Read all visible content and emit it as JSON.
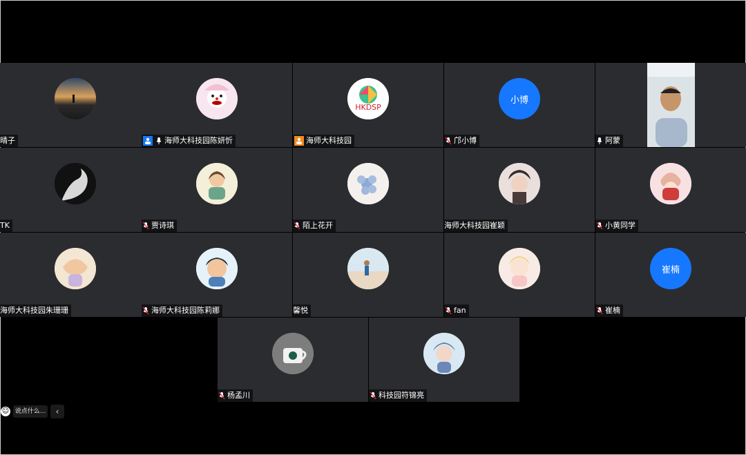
{
  "participants": [
    {
      "name": "晴子",
      "mic": "none",
      "badge": "none",
      "avatar": "sunset-avatar"
    },
    {
      "name": "海师大科技园陈妍忻",
      "mic": "mic",
      "badge": "blue",
      "avatar": "anime-clown-avatar"
    },
    {
      "name": "海师大科技园",
      "mic": "none",
      "badge": "orange",
      "avatar": "hkdsp-logo-avatar"
    },
    {
      "name": "邝小博",
      "mic": "muted",
      "badge": "none",
      "avatar_text": "小博"
    },
    {
      "name": "阿蒙",
      "mic": "mic",
      "badge": "none",
      "avatar": "camera-video"
    },
    {
      "name": "TK",
      "mic": "none",
      "badge": "none",
      "avatar": "silhouette-avatar"
    },
    {
      "name": "贾诗琪",
      "mic": "muted",
      "badge": "none",
      "avatar": "cartoon-girl-avatar"
    },
    {
      "name": "陌上花开",
      "mic": "muted",
      "badge": "none",
      "avatar": "flower-avatar"
    },
    {
      "name": "海师大科技园崔颖",
      "mic": "none",
      "badge": "none",
      "avatar": "anime-boy-avatar"
    },
    {
      "name": "小黄同学",
      "mic": "muted",
      "badge": "none",
      "avatar": "anime-red-girl-avatar"
    },
    {
      "name": "海师大科技园朱珊珊",
      "mic": "none",
      "badge": "none",
      "avatar": "anime-princess-avatar"
    },
    {
      "name": "海师大科技园陈莉娜",
      "mic": "muted",
      "badge": "none",
      "avatar": "cartoon-boy-avatar"
    },
    {
      "name": "馨悦",
      "mic": "none",
      "badge": "none",
      "avatar": "beach-girl-avatar"
    },
    {
      "name": "fan",
      "mic": "muted",
      "badge": "none",
      "avatar": "cartoon-sakura-avatar"
    },
    {
      "name": "崔楠",
      "mic": "muted",
      "badge": "none",
      "avatar_text": "崔楠"
    },
    {
      "name": "杨孟川",
      "mic": "muted",
      "badge": "none",
      "avatar": "coffee-cup-avatar"
    },
    {
      "name": "科技园符锦亮",
      "mic": "muted",
      "badge": "none",
      "avatar": "anime-blue-boy-avatar"
    }
  ],
  "toolbar": {
    "chat_placeholder": "说点什么...",
    "collapse": "‹"
  },
  "colors": {
    "tile_bg": "#2b2c2f",
    "accent_blue": "#1677ff",
    "accent_orange": "#f28a1d"
  }
}
